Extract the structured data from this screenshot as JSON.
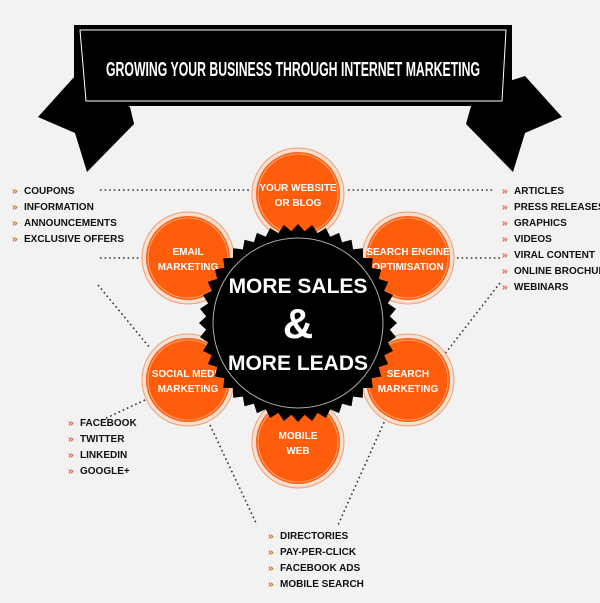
{
  "title": "GROWING YOUR BUSINESS THROUGH INTERNET MARKETING",
  "center": {
    "line1": "MORE SALES",
    "amp": "&",
    "line2": "MORE LEADS"
  },
  "nodes": [
    {
      "l1": "YOUR WEBSITE",
      "l2": "OR BLOG"
    },
    {
      "l1": "EMAIL",
      "l2": "MARKETING"
    },
    {
      "l1": "SEARCH ENGINE",
      "l2": "OPTIMISATION"
    },
    {
      "l1": "SOCIAL MEDIA",
      "l2": "MARKETING"
    },
    {
      "l1": "SEARCH",
      "l2": "MARKETING"
    },
    {
      "l1": "MOBILE",
      "l2": "WEB"
    }
  ],
  "lists": {
    "email": [
      "COUPONS",
      "INFORMATION",
      "ANNOUNCEMENTS",
      "EXCLUSIVE OFFERS"
    ],
    "website": [
      "ARTICLES",
      "PRESS RELEASES",
      "GRAPHICS",
      "VIDEOS",
      "VIRAL CONTENT",
      "ONLINE BROCHURES",
      "WEBINARS"
    ],
    "social": [
      "FACEBOOK",
      "TWITTER",
      "LINKEDIN",
      "GOOGLE+"
    ],
    "search": [
      "DIRECTORIES",
      "PAY-PER-CLICK",
      "FACEBOOK ADS",
      "MOBILE SEARCH"
    ]
  },
  "bullet": "»",
  "colors": {
    "orange": "#fe5d0c",
    "black": "#000000",
    "bg": "#f2f2f2"
  }
}
